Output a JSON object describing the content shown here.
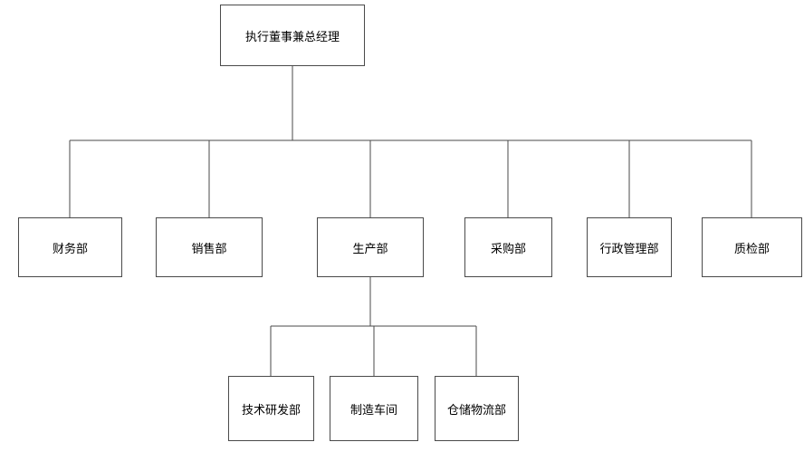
{
  "org_chart": {
    "type": "org-chart",
    "root": {
      "label": "执行董事兼总经理"
    },
    "departments": [
      {
        "label": "财务部"
      },
      {
        "label": "销售部"
      },
      {
        "label": "生产部"
      },
      {
        "label": "采购部"
      },
      {
        "label": "行政管理部"
      },
      {
        "label": "质检部"
      }
    ],
    "production_sub_departments": [
      {
        "label": "技术研发部"
      },
      {
        "label": "制造车间"
      },
      {
        "label": "仓储物流部"
      }
    ],
    "colors": {
      "border": "#4a4a4a",
      "line": "#4a4a4a",
      "background": "#ffffff"
    }
  }
}
